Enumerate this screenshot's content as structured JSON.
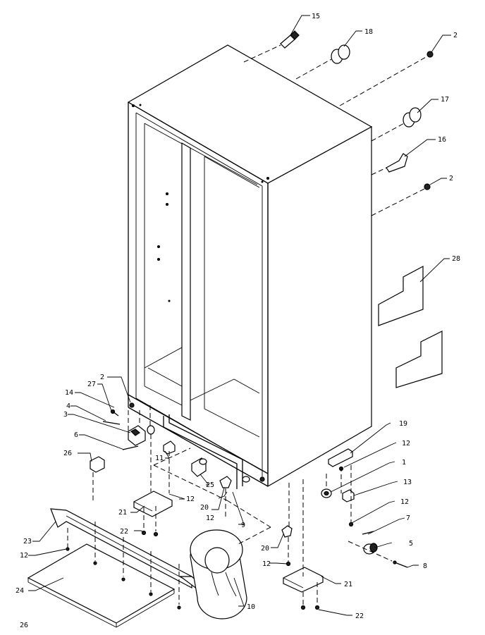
{
  "callouts": [
    {
      "id": "15",
      "label": "15"
    },
    {
      "id": "18",
      "label": "18"
    },
    {
      "id": "2a",
      "label": "2"
    },
    {
      "id": "17",
      "label": "17"
    },
    {
      "id": "16",
      "label": "16"
    },
    {
      "id": "2b",
      "label": "2"
    },
    {
      "id": "28",
      "label": "28"
    },
    {
      "id": "2c",
      "label": "2"
    },
    {
      "id": "27",
      "label": "27"
    },
    {
      "id": "14",
      "label": "14"
    },
    {
      "id": "4",
      "label": "4"
    },
    {
      "id": "3",
      "label": "3"
    },
    {
      "id": "6",
      "label": "6"
    },
    {
      "id": "26a",
      "label": "26"
    },
    {
      "id": "11",
      "label": "11"
    },
    {
      "id": "25",
      "label": "25"
    },
    {
      "id": "21a",
      "label": "21"
    },
    {
      "id": "12a",
      "label": "12"
    },
    {
      "id": "20a",
      "label": "20"
    },
    {
      "id": "12b",
      "label": "12"
    },
    {
      "id": "9",
      "label": "9"
    },
    {
      "id": "22a",
      "label": "22"
    },
    {
      "id": "19",
      "label": "19"
    },
    {
      "id": "12c",
      "label": "12"
    },
    {
      "id": "1",
      "label": "1"
    },
    {
      "id": "13",
      "label": "13"
    },
    {
      "id": "12d",
      "label": "12"
    },
    {
      "id": "7",
      "label": "7"
    },
    {
      "id": "5",
      "label": "5"
    },
    {
      "id": "8",
      "label": "8"
    },
    {
      "id": "23",
      "label": "23"
    },
    {
      "id": "12e",
      "label": "12"
    },
    {
      "id": "20b",
      "label": "20"
    },
    {
      "id": "12f",
      "label": "12"
    },
    {
      "id": "24",
      "label": "24"
    },
    {
      "id": "10",
      "label": "10"
    },
    {
      "id": "21b",
      "label": "21"
    },
    {
      "id": "22b",
      "label": "22"
    },
    {
      "id": "26b",
      "label": "26"
    }
  ]
}
